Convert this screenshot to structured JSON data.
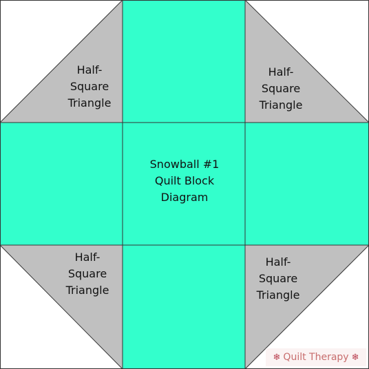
{
  "colors": {
    "background": "#ffffff",
    "teal": "#33ffcc",
    "gray": "#c0c0c0",
    "seam": "#333333"
  },
  "labels": {
    "hst_line1": "Half-",
    "hst_line2": "Square",
    "hst_line3": "Triangle",
    "center_line1": "Snowball #1",
    "center_line2": "Quilt Block",
    "center_line3": "Diagram"
  },
  "watermark": {
    "text": "Quilt Therapy",
    "icon": "snowflake-icon"
  }
}
